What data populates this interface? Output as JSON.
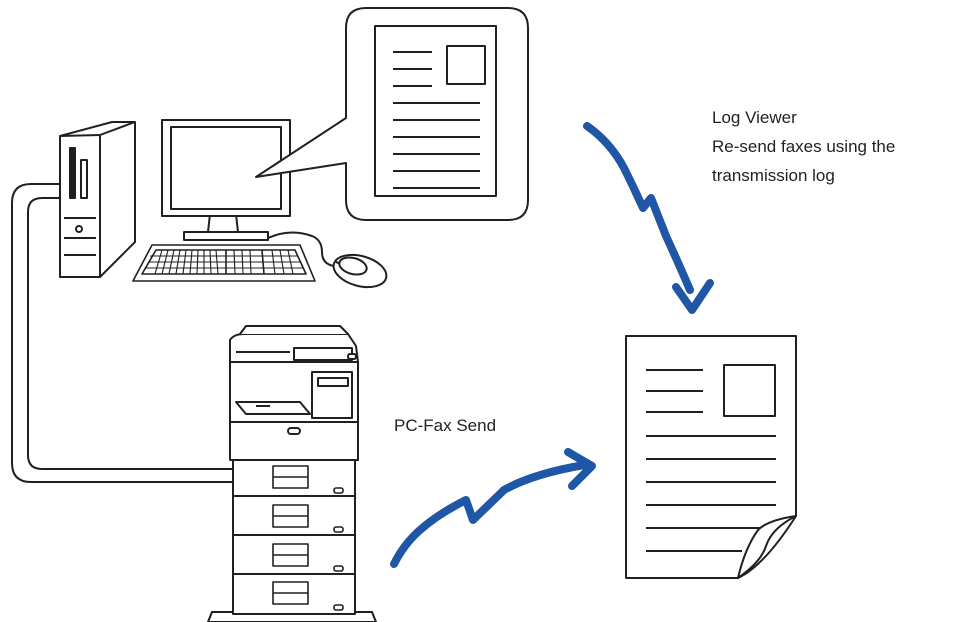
{
  "labels": {
    "log_viewer": {
      "lines": [
        "Log Viewer",
        "Re-send faxes using the",
        "transmission log"
      ]
    },
    "pc_fax_send": "PC-Fax Send"
  },
  "colors": {
    "arrow": "#1f56a6",
    "line": "#231f20",
    "background": "#ffffff"
  },
  "icons": [
    "desktop-computer-icon",
    "monitor-icon",
    "keyboard-icon",
    "mouse-icon",
    "document-callout-icon",
    "multifunction-printer-icon",
    "fax-document-icon",
    "curved-arrow-icon"
  ]
}
